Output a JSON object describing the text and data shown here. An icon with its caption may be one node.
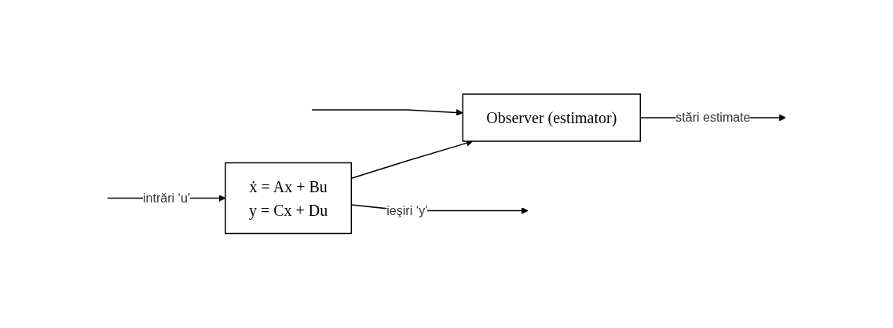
{
  "diagram": {
    "nodes": [
      {
        "text": [
          "ẋ = Ax + Bu",
          "y = Cx + Du"
        ]
      },
      {
        "text": [
          "Observer (estimator)"
        ]
      }
    ],
    "edges": [
      {
        "from": null,
        "to": 0,
        "arrow": "to",
        "label": "intrări ‘u'"
      },
      {
        "from": null,
        "to": 1,
        "arrow": "to"
      },
      {
        "from": 0,
        "to": null,
        "arrow": "to",
        "label": "ieşiri ‘y'"
      },
      {
        "from": 0,
        "to": 1,
        "arrow": "to"
      },
      {
        "from": 1,
        "to": null,
        "arrow": "to",
        "label": "stări estimate"
      }
    ]
  }
}
